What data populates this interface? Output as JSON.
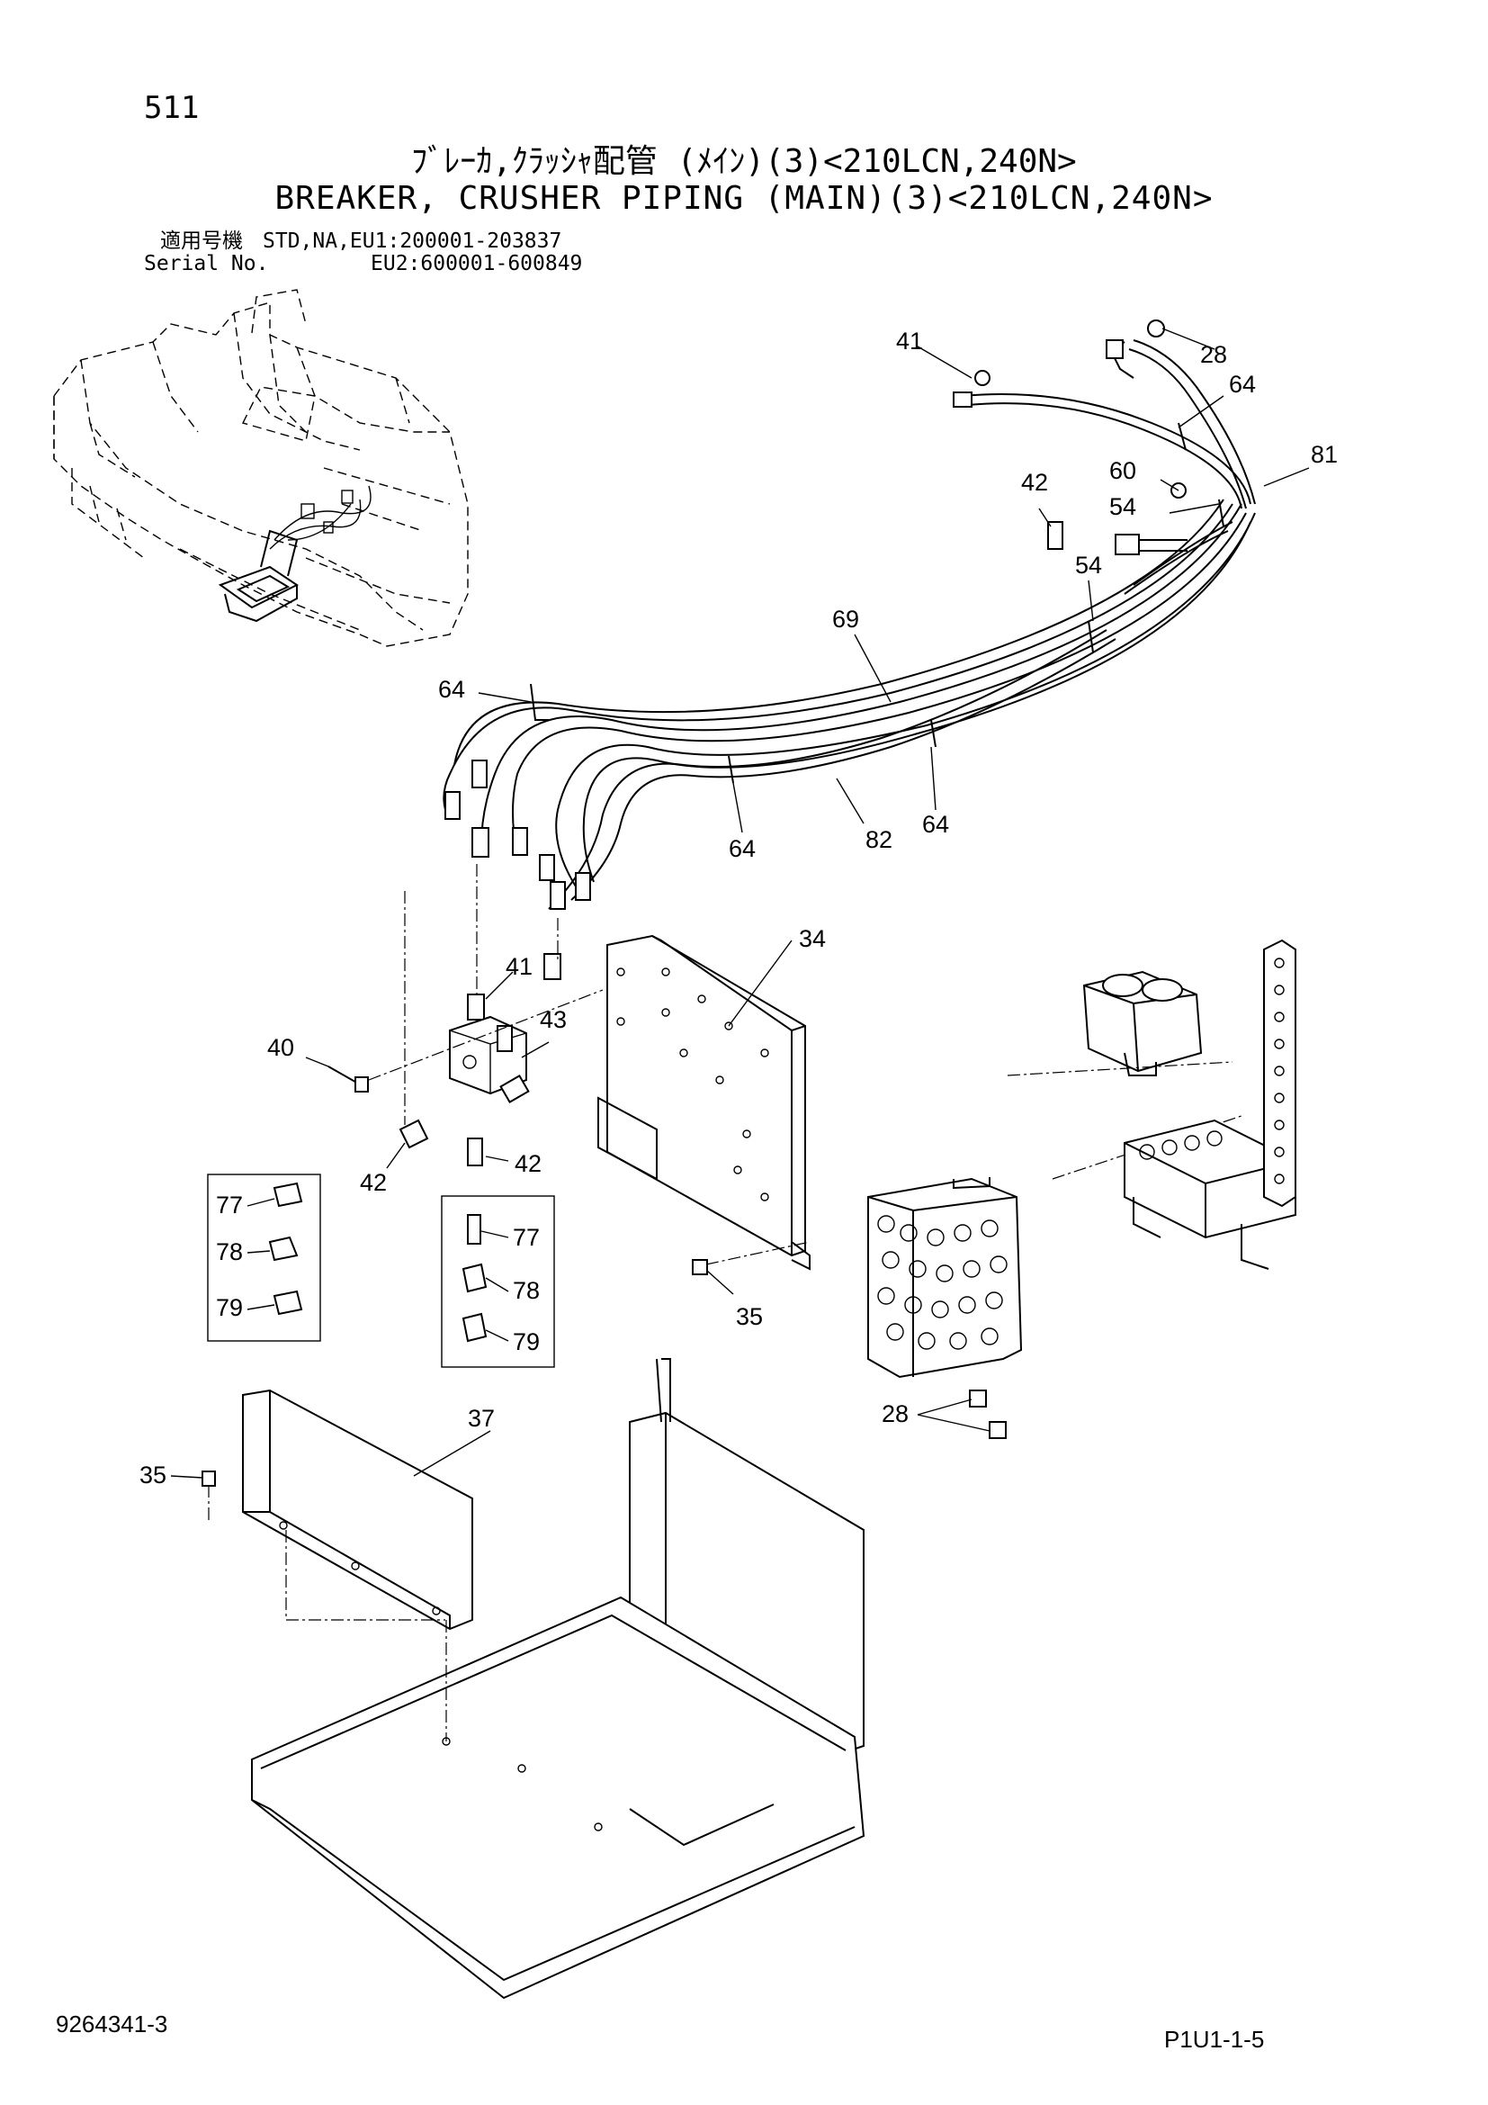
{
  "header": {
    "page_number": "511",
    "title_jp": "ﾌﾞﾚｰｶ,ｸﾗｯｼｬ配管 (ﾒｲﾝ)(3)<210LCN,240N>",
    "title_en": "BREAKER, CRUSHER PIPING (MAIN)(3)<210LCN,240N>",
    "applicable_label_jp": "適用号機",
    "serial_label": "Serial No.",
    "serial_line1": "STD,NA,EU1:200001-203837",
    "serial_line2": "EU2:600001-600849"
  },
  "callouts": [
    "41",
    "28",
    "64",
    "81",
    "42",
    "60",
    "54",
    "54",
    "69",
    "64",
    "64",
    "82",
    "64",
    "34",
    "41",
    "43",
    "40",
    "42",
    "42",
    "77",
    "78",
    "79",
    "77",
    "78",
    "79",
    "35",
    "28",
    "37",
    "35"
  ],
  "footer": {
    "drawing_number": "9264341-3",
    "page_code": "P1U1-1-5"
  }
}
